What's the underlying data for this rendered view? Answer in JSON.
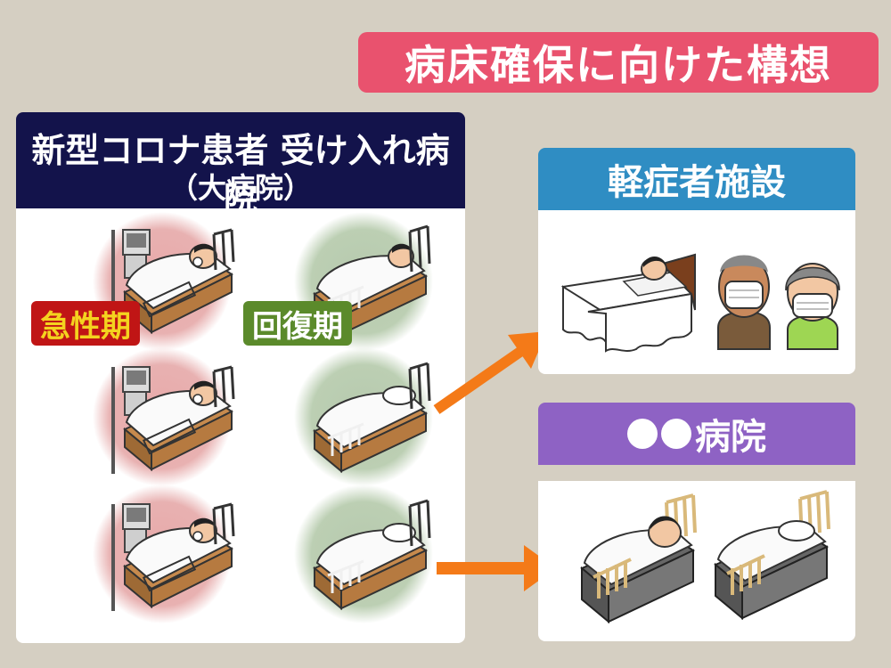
{
  "title": "病床確保に向けた構想",
  "left_box": {
    "title": "新型コロナ患者 受け入れ病院",
    "subtitle": "（大病院）",
    "acute_label": "急性期",
    "recovery_label": "回復期"
  },
  "mild_facility": {
    "title": "軽症者施設"
  },
  "other_hospital": {
    "title": "病院"
  },
  "colors": {
    "title_bg": "#e9526e",
    "left_header_bg": "#13134b",
    "mild_header_bg": "#2f8dc3",
    "hospital_header_bg": "#8e62c4",
    "acute_tag_bg": "#c01515",
    "acute_tag_text": "#f4d31f",
    "recovery_tag_bg": "#5b8a2b",
    "arrow": "#f47a18"
  }
}
